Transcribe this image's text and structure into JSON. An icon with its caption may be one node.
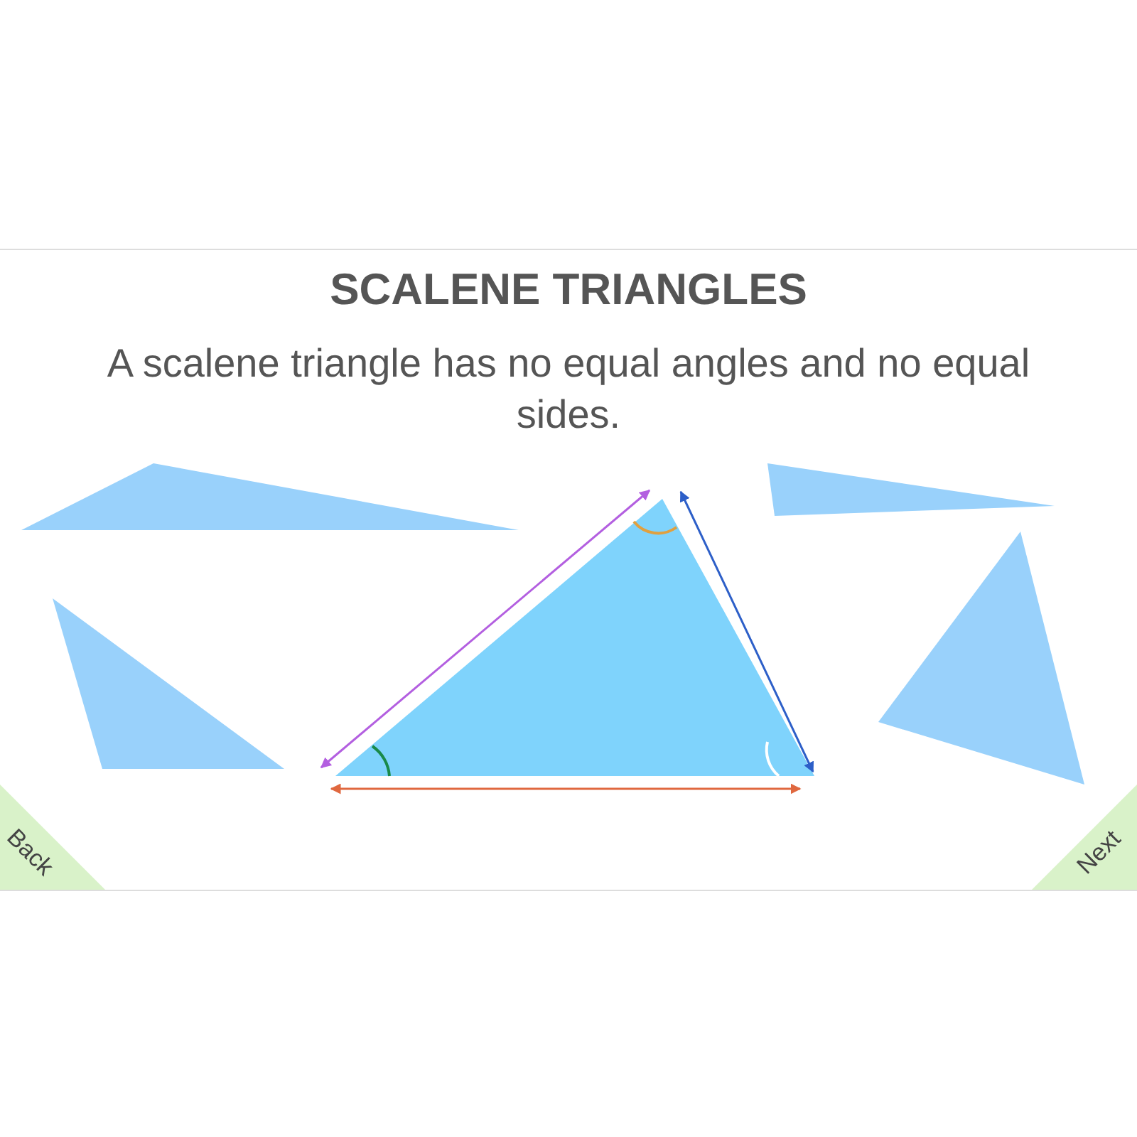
{
  "diagram": {
    "title": "SCALENE TRIANGLES",
    "labels": [
      "A scalene triangle has no equal angles and no equal sides.",
      "Back",
      "Next"
    ]
  }
}
